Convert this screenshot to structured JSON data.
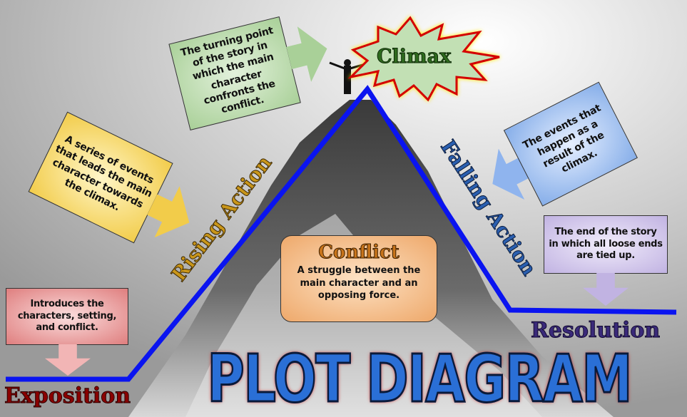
{
  "title": "PLOT DIAGRAM",
  "stages": {
    "exposition": {
      "label": "Exposition",
      "description": "Introduces the characters, setting, and conflict."
    },
    "rising_action": {
      "label": "Rising Action",
      "description": "A series of events that leads the main character towards the climax."
    },
    "climax": {
      "label": "Climax",
      "description": "The turning point of the story in which the main character confronts the conflict."
    },
    "falling_action": {
      "label": "Falling Action",
      "description": "The events that happen as a result of the climax."
    },
    "resolution": {
      "label": "Resolution",
      "description": "The end of the story in which all loose ends are tied up."
    },
    "conflict": {
      "label": "Conflict",
      "description": "A struggle between the main character and an opposing force."
    }
  },
  "colors": {
    "plot_line": "#0a14f0",
    "exposition": "#e58a8a",
    "rising": "#f5d76e",
    "climax": "#b7d9a8",
    "falling": "#8fb4ee",
    "resolution": "#c9bde6",
    "conflict": "#f0b27a"
  }
}
